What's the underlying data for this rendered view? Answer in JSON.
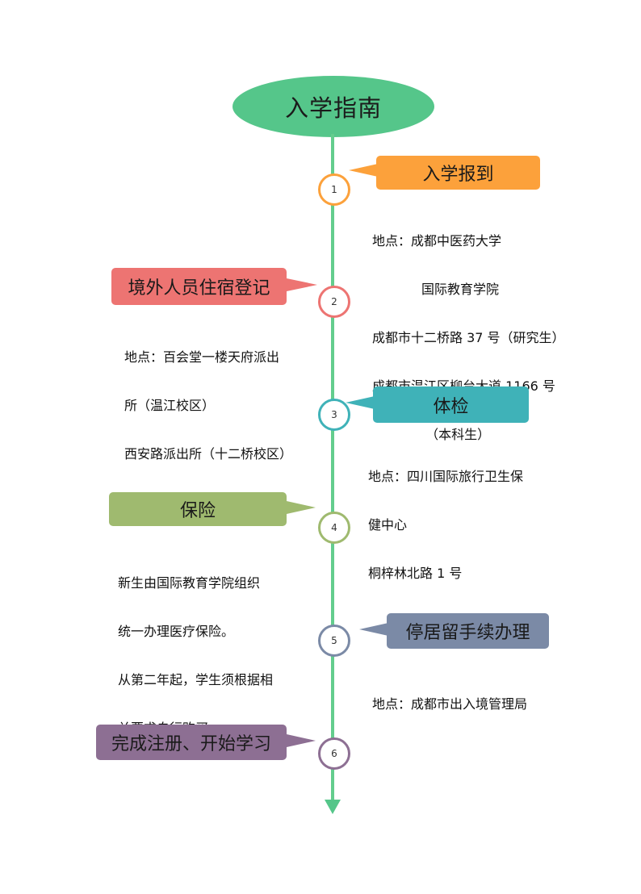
{
  "title": "入学指南",
  "colors": {
    "timeline": "#63cd8d",
    "title_oval": "#55c68a",
    "step1": "#fca13b",
    "step2": "#ed7472",
    "step3": "#3fb2b8",
    "step4": "#9fba6f",
    "step5": "#7b8aa6",
    "step6": "#8d6f93"
  },
  "steps": [
    {
      "number": "1",
      "label": "入学报到",
      "info": [
        "地点：成都中医药大学",
        "            国际教育学院",
        "成都市十二桥路 37 号（研究生）",
        "成都市温江区柳台大道 1166 号",
        "             （本科生）"
      ]
    },
    {
      "number": "2",
      "label": "境外人员住宿登记",
      "info": [
        "地点：百会堂一楼天府派出",
        "所（温江校区）",
        "西安路派出所（十二桥校区）"
      ]
    },
    {
      "number": "3",
      "label": "体检",
      "info": [
        "地点：四川国际旅行卫生保",
        "健中心",
        "桐梓林北路 1 号"
      ]
    },
    {
      "number": "4",
      "label": "保险",
      "info": [
        "新生由国际教育学院组织",
        "统一办理医疗保险。",
        "从第二年起，学生须根据相",
        "关要求自行购买。"
      ]
    },
    {
      "number": "5",
      "label": "停居留手续办理",
      "info": [
        "地点：成都市出入境管理局"
      ]
    },
    {
      "number": "6",
      "label": "完成注册、开始学习",
      "info": []
    }
  ]
}
